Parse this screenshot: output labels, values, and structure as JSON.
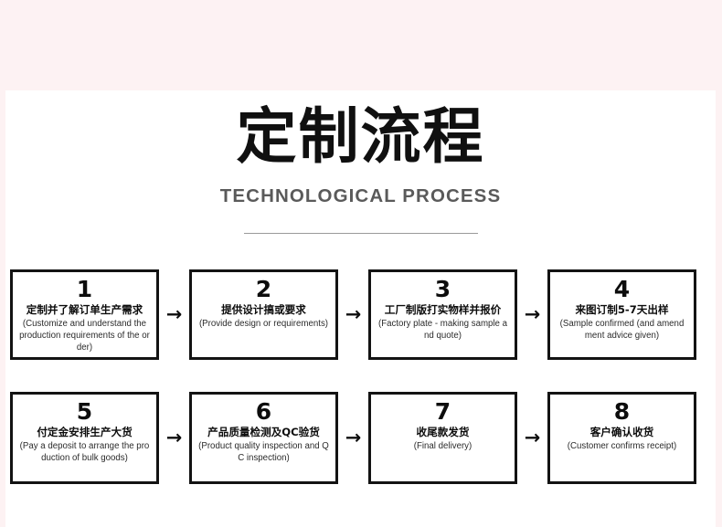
{
  "header": {
    "title_cn": "定制流程",
    "title_en": "TECHNOLOGICAL PROCESS"
  },
  "colors": {
    "frame_pink": "#fdf2f3",
    "card_white": "#ffffff",
    "ink": "#101010",
    "subtitle_gray": "#5a5a5a",
    "rule_gray": "#9a9a9a"
  },
  "arrow_glyph": "→",
  "rows": [
    {
      "steps": [
        {
          "number": "1",
          "title_cn": "定制并了解订单生产需求",
          "desc_en": "(Customize and understand the production requirements of the order)"
        },
        {
          "number": "2",
          "title_cn": "提供设计搞或要求",
          "desc_en": "(Provide design or requirements)"
        },
        {
          "number": "3",
          "title_cn": "工厂制版打实物样并报价",
          "desc_en": "(Factory plate - making sample and quote)"
        },
        {
          "number": "4",
          "title_cn": "来图订制5-7天出样",
          "desc_en": "(Sample confirmed (and amendment advice given)"
        }
      ]
    },
    {
      "steps": [
        {
          "number": "5",
          "title_cn": "付定金安排生产大货",
          "desc_en": "(Pay a deposit to arrange the production of bulk goods)"
        },
        {
          "number": "6",
          "title_cn": "产品质量检测及QC验货",
          "desc_en": "(Product quality inspection and QC inspection)"
        },
        {
          "number": "7",
          "title_cn": "收尾款发货",
          "desc_en": "(Final delivery)"
        },
        {
          "number": "8",
          "title_cn": "客户确认收货",
          "desc_en": "(Customer confirms receipt)"
        }
      ]
    }
  ]
}
